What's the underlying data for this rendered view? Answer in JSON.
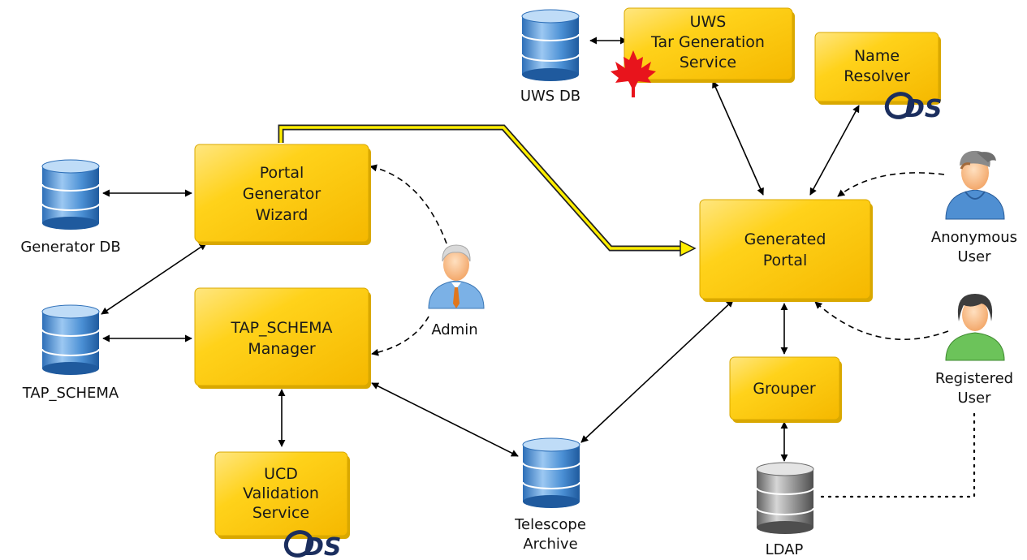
{
  "boxes": {
    "portal_generator": [
      "Portal",
      "Generator",
      "Wizard"
    ],
    "tap_schema_manager": [
      "TAP_SCHEMA",
      "Manager"
    ],
    "ucd_validation": [
      "UCD",
      "Validation",
      "Service"
    ],
    "uws_tar": [
      "UWS",
      "Tar Generation",
      "Service"
    ],
    "name_resolver": [
      "Name",
      "Resolver"
    ],
    "generated_portal": [
      "Generated",
      "Portal"
    ],
    "grouper": [
      "Grouper"
    ]
  },
  "databases": {
    "generator_db": [
      "Generator DB"
    ],
    "tap_schema": [
      "TAP_SCHEMA"
    ],
    "uws_db": [
      "UWS DB"
    ],
    "telescope_archive": [
      "Telescope",
      "Archive"
    ],
    "ldap": [
      "LDAP"
    ]
  },
  "actors": {
    "admin": [
      "Admin"
    ],
    "anonymous_user": [
      "Anonymous",
      "User"
    ],
    "registered_user": [
      "Registered",
      "User"
    ]
  },
  "logos": {
    "cds_text": "DS",
    "maple_leaf_color": "#e8141c"
  },
  "colors": {
    "box_fill": "#ffcc00",
    "box_highlight": "#ffe680",
    "db_blue": "#4a8fd4",
    "db_gray": "#8c8c8c",
    "arrow": "#000000",
    "generation_flow": "#ffee00"
  }
}
